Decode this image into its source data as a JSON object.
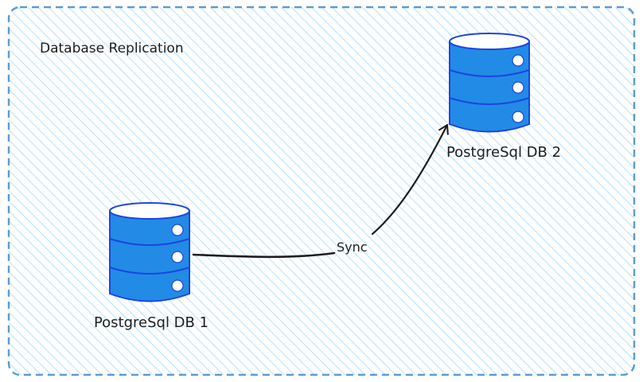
{
  "diagram": {
    "group": {
      "title": "Database Replication",
      "border_color": "#5b9bd5",
      "hatch_color": "#a5d8ff"
    },
    "nodes": [
      {
        "id": "db1",
        "label": "PostgreSql DB 1",
        "icon": "database-icon",
        "fill": "#228be6",
        "stroke": "#1c45e0"
      },
      {
        "id": "db2",
        "label": "PostgreSql DB 2",
        "icon": "database-icon",
        "fill": "#228be6",
        "stroke": "#1c45e0"
      }
    ],
    "edges": [
      {
        "from": "db1",
        "to": "db2",
        "label": "Sync",
        "color": "#1e1e1e"
      }
    ]
  }
}
